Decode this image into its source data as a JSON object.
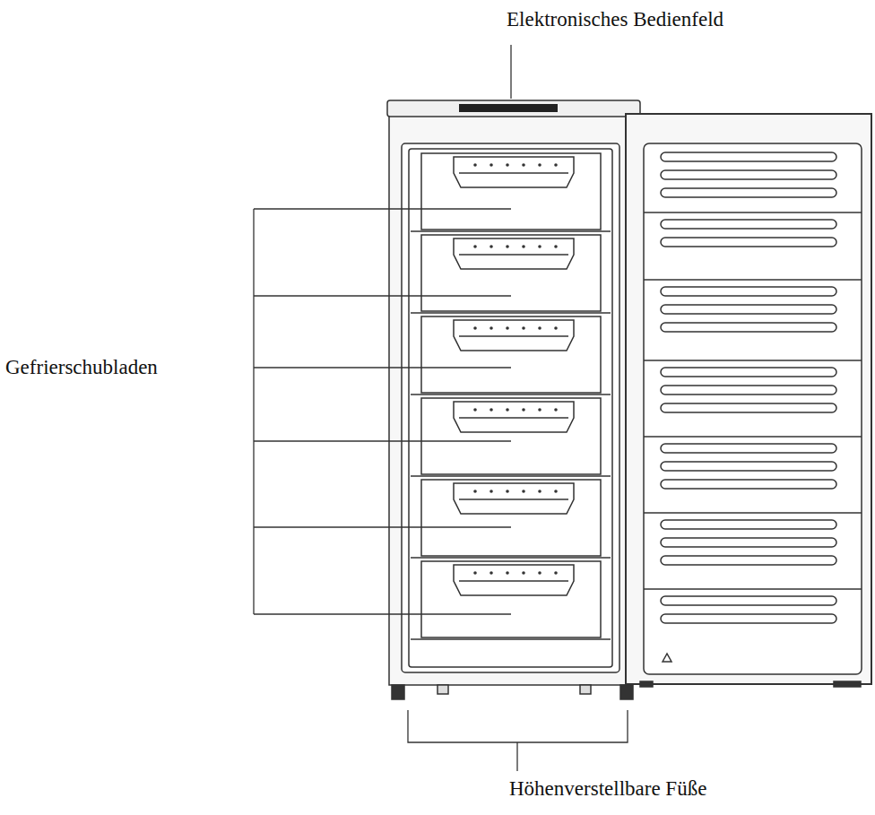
{
  "diagram": {
    "labels": [
      "Elektronisches Bedienfeld",
      "Gefrierschubladen",
      "Höhenverstellbare Füße"
    ]
  }
}
